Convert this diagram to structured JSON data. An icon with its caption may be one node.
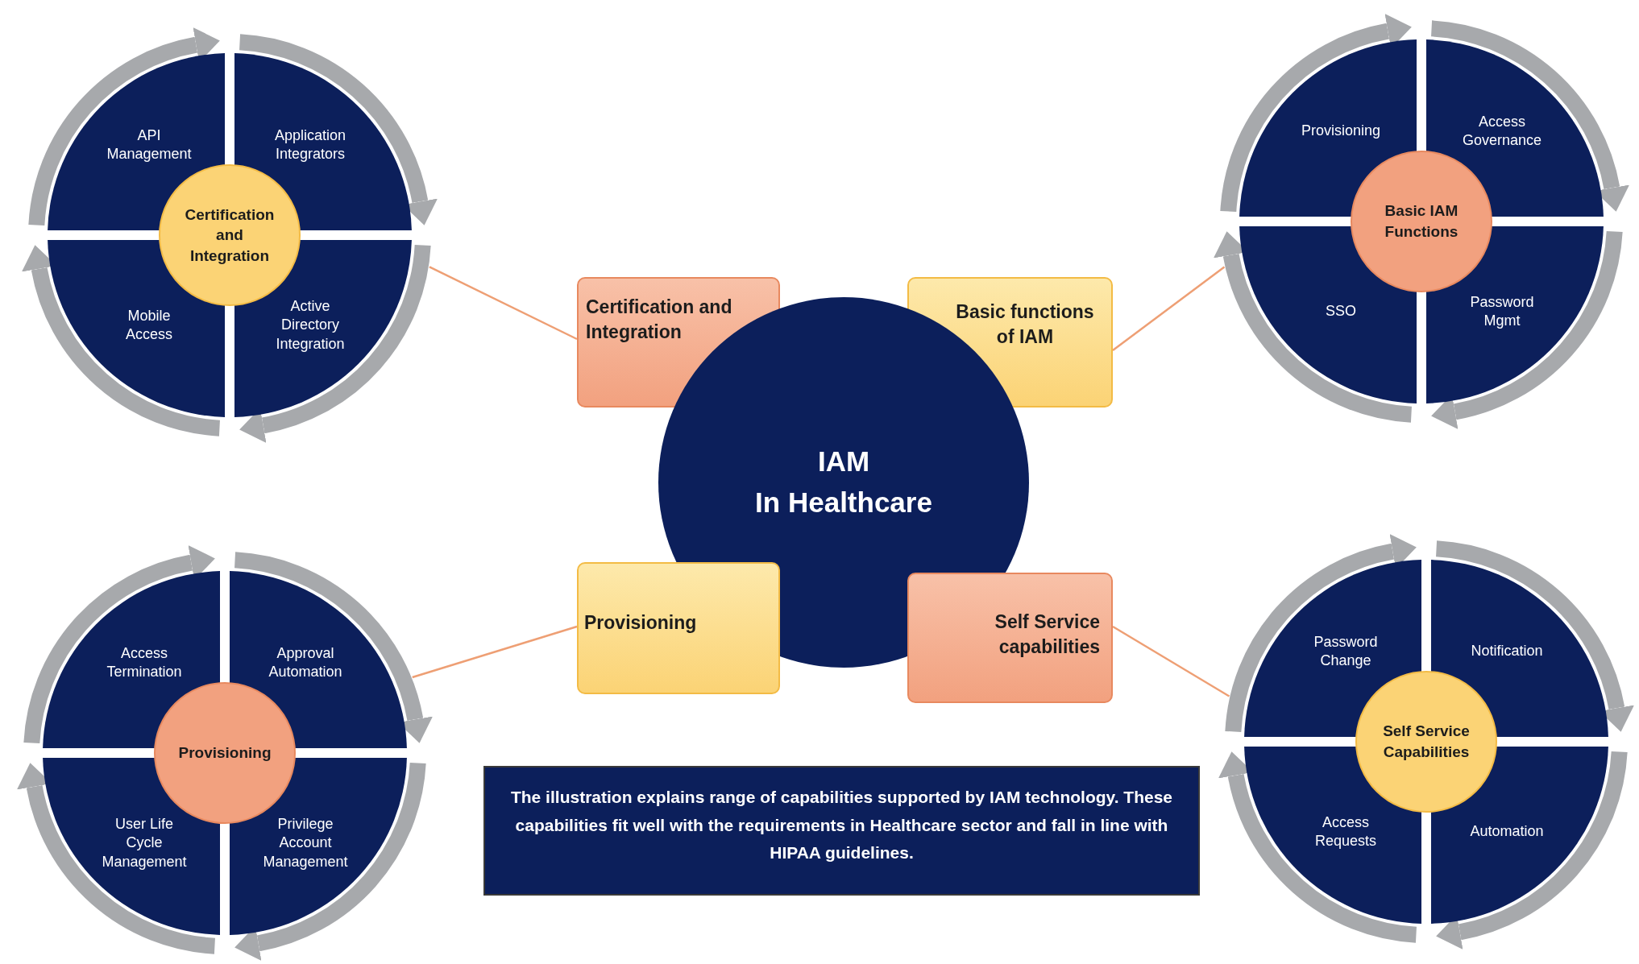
{
  "diagram": {
    "caption": "The illustration explains range of capabilities supported by IAM technology. These capabilities fit well with the requirements in Healthcare sector and fall in line with HIPAA guidelines.",
    "nodes": [
      {
        "text": [],
        "shape": "circle"
      },
      {
        "text": [
          "API Management"
        ],
        "in": 0
      },
      {
        "text": [
          "Application Integrators"
        ],
        "in": 0
      },
      {
        "text": [
          "Certification and Integration"
        ],
        "in": 0
      },
      {
        "text": [
          "Mobile Access"
        ],
        "in": 0
      },
      {
        "text": [
          "Active Directory Integration"
        ],
        "in": 0
      },
      {
        "text": [],
        "shape": "circle"
      },
      {
        "text": [
          "Provisioning"
        ],
        "in": 6
      },
      {
        "text": [
          "Access Governance"
        ],
        "in": 6
      },
      {
        "text": [
          "Basic IAM Functions"
        ],
        "in": 6
      },
      {
        "text": [
          "SSO"
        ],
        "in": 6
      },
      {
        "text": [
          "Password Mgmt"
        ],
        "in": 6
      },
      {
        "text": [
          "Certification and Integration"
        ]
      },
      {
        "text": [
          "Basic functions of IAM"
        ]
      },
      {
        "text": [
          "IAM",
          "In Healthcare"
        ]
      },
      {
        "text": [
          "Provisioning"
        ]
      },
      {
        "text": [
          "Self Service capabilities"
        ]
      },
      {
        "text": [],
        "shape": "circle"
      },
      {
        "text": [
          "Access Termination"
        ],
        "in": 17
      },
      {
        "text": [
          "Approval Automation"
        ],
        "in": 17
      },
      {
        "text": [
          "Provisioning"
        ],
        "in": 17
      },
      {
        "text": [
          "User Life Cycle Management"
        ],
        "in": 17
      },
      {
        "text": [
          "Privilege Account Management"
        ],
        "in": 17
      },
      {
        "text": [],
        "shape": "circle"
      },
      {
        "text": [
          "Password Change"
        ],
        "in": 23
      },
      {
        "text": [
          "Notification"
        ],
        "in": 23
      },
      {
        "text": [
          "Self Service Capabilities"
        ],
        "in": 23
      },
      {
        "text": [
          "Access Requests"
        ],
        "in": 23
      },
      {
        "text": [
          "Automation"
        ],
        "in": 23
      }
    ],
    "edges": [
      {
        "from": 12,
        "to": 0,
        "arrow": "none"
      },
      {
        "from": 13,
        "to": 6,
        "arrow": "none"
      },
      {
        "from": 15,
        "to": 17,
        "arrow": "none"
      },
      {
        "from": 16,
        "to": 23,
        "arrow": "none"
      }
    ]
  }
}
